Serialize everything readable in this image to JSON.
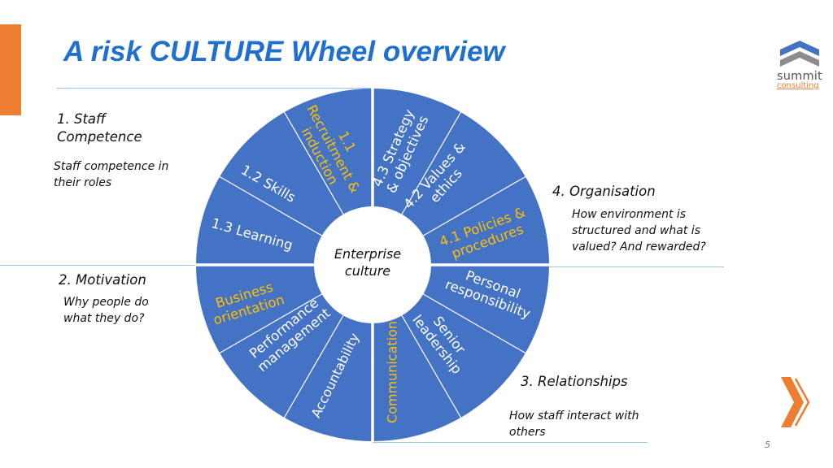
{
  "title": "A risk CULTURE Wheel overview",
  "center_label": [
    "Enterprise",
    "culture"
  ],
  "quadrants": {
    "staff_competence": {
      "heading": [
        "1. Staff",
        "Competence"
      ],
      "description": [
        "Staff competence in",
        "their roles"
      ]
    },
    "motivation": {
      "heading": [
        "2. Motivation"
      ],
      "description": [
        "Why people do",
        "what they do?"
      ]
    },
    "relationships": {
      "heading": [
        "3. Relationships"
      ],
      "description": [
        "How staff interact with",
        "others"
      ]
    },
    "organisation": {
      "heading": [
        "4. Organisation"
      ],
      "description": [
        "How environment is",
        "structured and what is",
        "valued? And rewarded?"
      ]
    }
  },
  "wheel_segments": [
    {
      "lines": [
        "1.1",
        "Recruitment &",
        "induction"
      ],
      "highlight": true
    },
    {
      "lines": [
        "1.2 Skills"
      ],
      "highlight": false
    },
    {
      "lines": [
        "1.3 Learning"
      ],
      "highlight": false
    },
    {
      "lines": [
        "Business",
        "orientation"
      ],
      "highlight": true
    },
    {
      "lines": [
        "Performance",
        "management"
      ],
      "highlight": false
    },
    {
      "lines": [
        "Accountability"
      ],
      "highlight": false
    },
    {
      "lines": [
        "Communication"
      ],
      "highlight": true
    },
    {
      "lines": [
        "Senior",
        "leadership"
      ],
      "highlight": false
    },
    {
      "lines": [
        "Personal",
        "responsibility"
      ],
      "highlight": false
    },
    {
      "lines": [
        "4.1 Policies &",
        "procedures"
      ],
      "highlight": true
    },
    {
      "lines": [
        "4.2 Values &",
        "ethics"
      ],
      "highlight": false
    },
    {
      "lines": [
        "4.3 Strategy",
        "& objectives"
      ],
      "highlight": false
    }
  ],
  "colors": {
    "wheel_fill": "#4472c4",
    "white_text": "#ffffff",
    "highlight_text": "#ffc000",
    "title": "#1f6fd1",
    "accent": "#ed7d31",
    "rule": "#9dc3e6"
  },
  "logo": {
    "name": "summit",
    "tagline": "consulting"
  },
  "page_number": "5"
}
